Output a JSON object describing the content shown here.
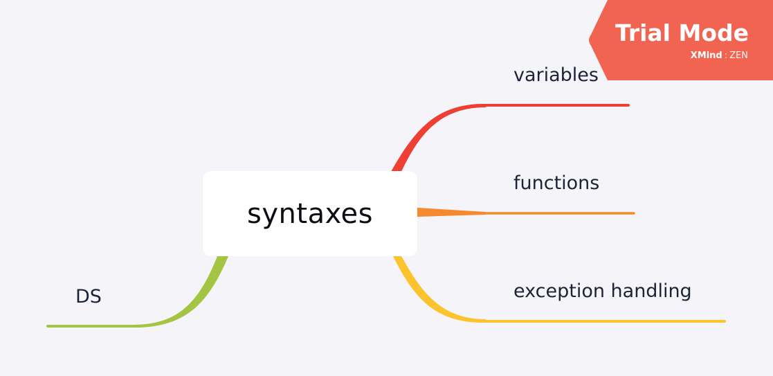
{
  "central_topic": {
    "label": "syntaxes"
  },
  "topics": [
    {
      "id": "variables",
      "label": "variables",
      "color": "#ee3f35"
    },
    {
      "id": "functions",
      "label": "functions",
      "color": "#f4892f"
    },
    {
      "id": "exception",
      "label": "exception handling",
      "color": "#fbc42f"
    },
    {
      "id": "ds",
      "label": "DS",
      "color": "#a4c544"
    }
  ],
  "trial_banner": {
    "title": "Trial Mode",
    "brand_strong": "XMind",
    "brand_sep": ":",
    "brand_light": "ZEN",
    "background": "#f26452"
  },
  "colors": {
    "background": "#f4f4f9",
    "topic_box": "#ffffff",
    "text": "#1d2337"
  }
}
